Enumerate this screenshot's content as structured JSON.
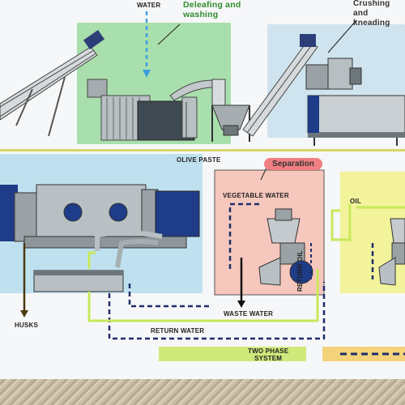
{
  "labels": {
    "water": "WATER",
    "deleafing": "Deleafing and washing",
    "crushing": "Crushing and kneading",
    "olive_paste": "OLIVE PASTE",
    "separation": "Separation",
    "vegetable_water": "VEGETABLE WATER",
    "oil": "OIL",
    "return_oil": "RETURN OIL",
    "waste_water": "WASTE WATER",
    "husks": "HUSKS",
    "return_water": "RETURN WATER",
    "two_phase_line1": "TWO PHASE",
    "two_phase_line2": "SYSTEM"
  },
  "colors": {
    "green_panel": "#a9dfac",
    "blue_panel": "#bfe1ef",
    "pink_panel": "#f6c7bc",
    "yellow_panel": "#f2f39a",
    "separation_pill": "#f07f82",
    "oil_line": "#c8e85a",
    "water_line": "#1e2d6b",
    "machine_blue": "#1f3c88",
    "machine_gray": "#9aa2a6"
  },
  "legend": {
    "two_phase_swatch": "#cfe97a",
    "three_phase_swatch": "#f3d27a"
  }
}
